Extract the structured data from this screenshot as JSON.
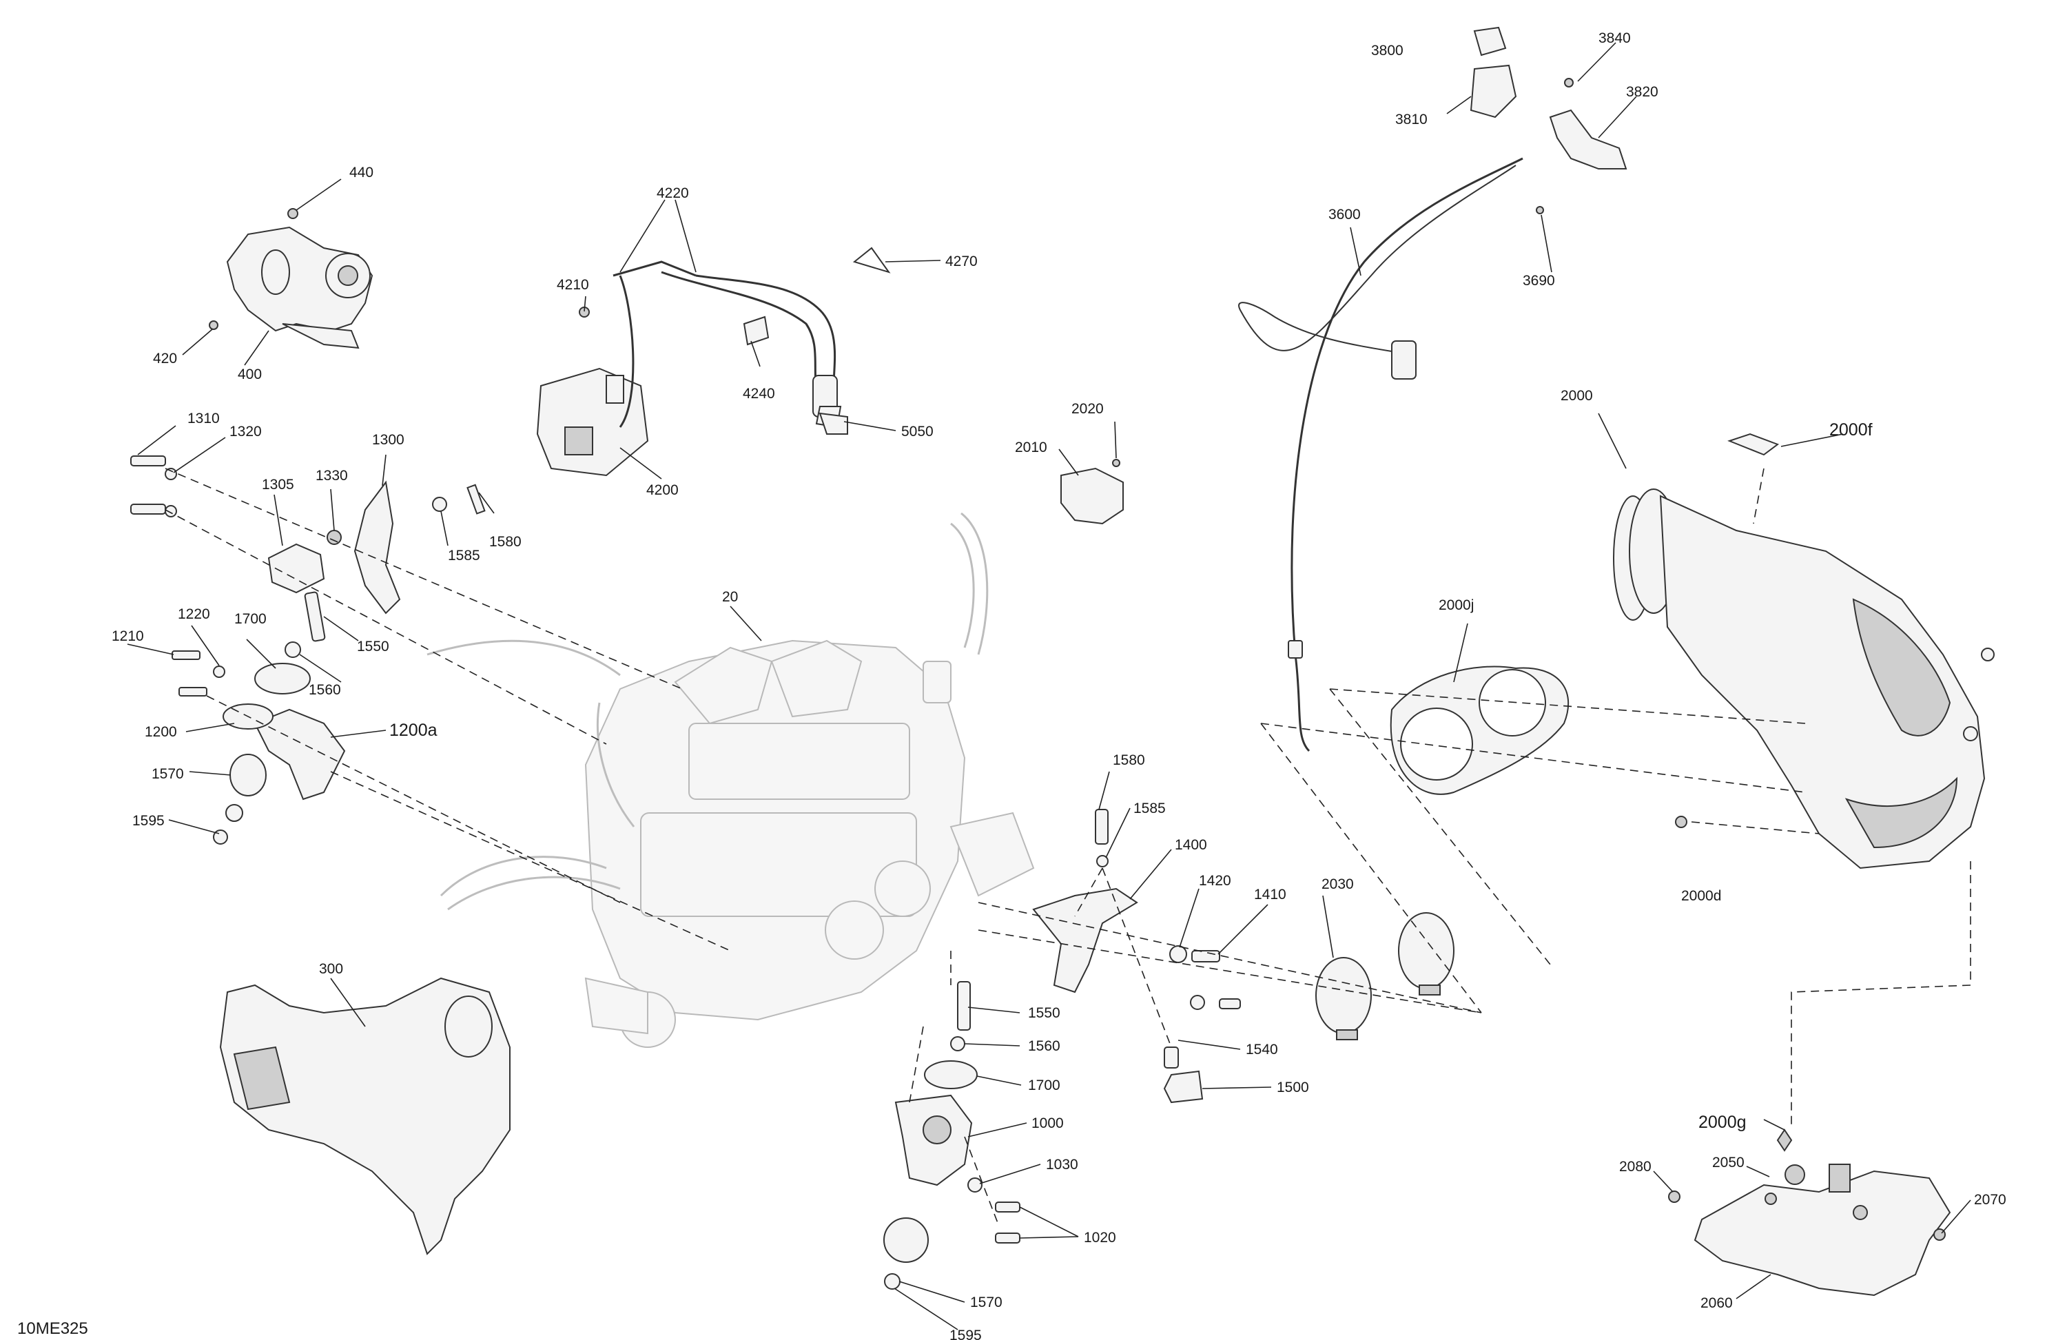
{
  "diagram": {
    "code": "10ME325",
    "part_labels": [
      "440",
      "420",
      "400",
      "4220",
      "4210",
      "4270",
      "4240",
      "4200",
      "5050",
      "2020",
      "2010",
      "3800",
      "3840",
      "3810",
      "3820",
      "3600",
      "3690",
      "2000",
      "2000f",
      "2000j",
      "2000d",
      "1310",
      "1320",
      "1300",
      "1305",
      "1330",
      "1585",
      "1580",
      "1550",
      "1560",
      "1220",
      "1700",
      "1210",
      "1200",
      "1200a",
      "1570",
      "1595",
      "20",
      "1580",
      "1585",
      "1400",
      "1420",
      "1410",
      "2030",
      "300",
      "1550",
      "1560",
      "1700",
      "1540",
      "1500",
      "1000",
      "1030",
      "1020",
      "1570",
      "1595",
      "2000g",
      "2080",
      "2050",
      "2070",
      "2060"
    ]
  }
}
